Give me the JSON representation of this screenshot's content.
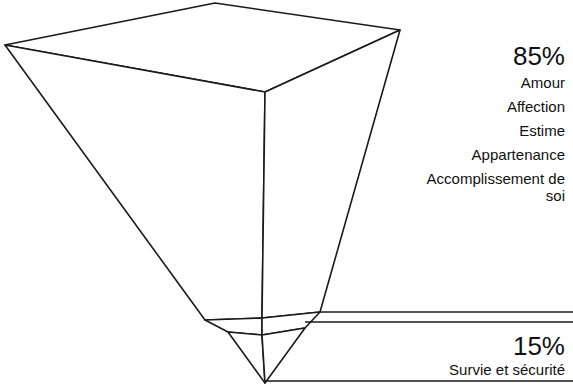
{
  "diagram": {
    "labels": [
      "85%",
      "Amour",
      "Affection",
      "Estime",
      "Appartenance",
      "Accomplissement de soi",
      "15%",
      "Survie et sécurité"
    ]
  }
}
